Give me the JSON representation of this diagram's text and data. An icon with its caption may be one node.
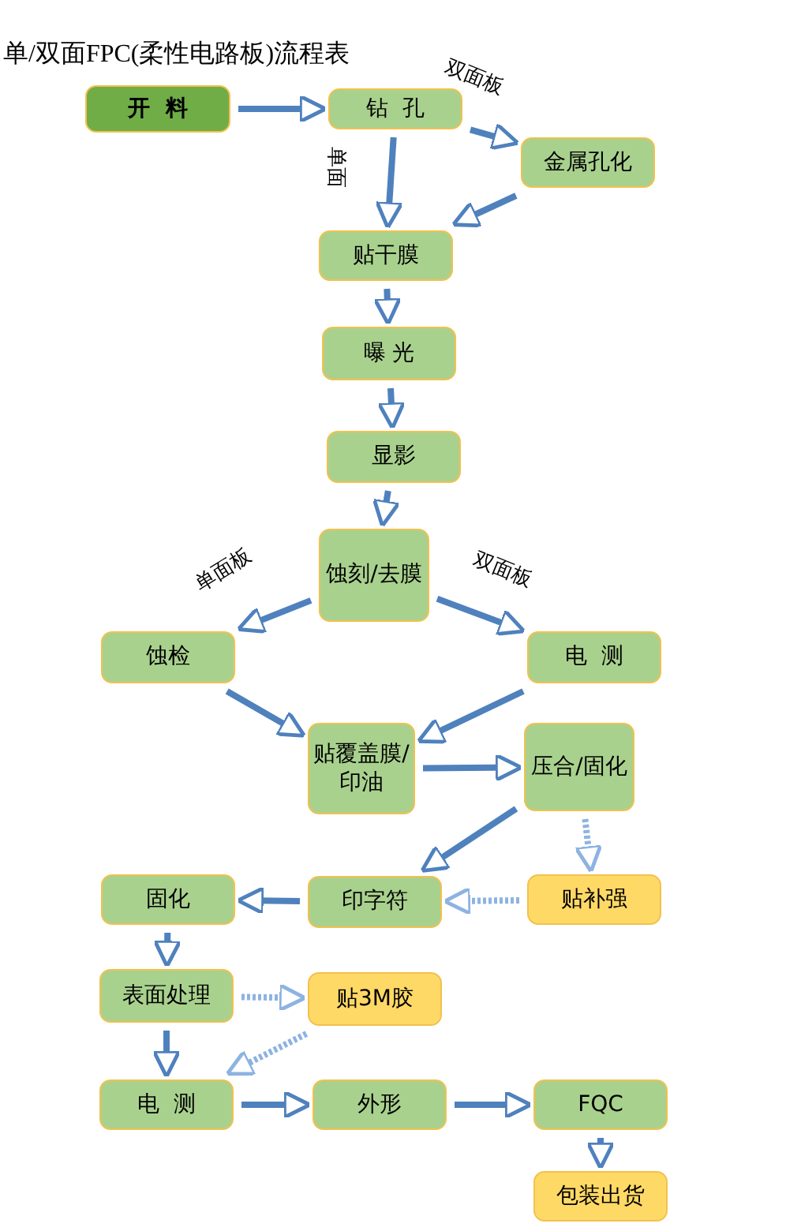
{
  "diagram": {
    "title": "单/双面FPC(柔性电路板)流程表",
    "nodes": [
      {
        "text": [
          "开  料"
        ]
      },
      {
        "text": [
          "钻  孔"
        ]
      },
      {
        "text": [
          "金属孔化"
        ]
      },
      {
        "text": [
          "贴干膜"
        ]
      },
      {
        "text": [
          "曝 光"
        ]
      },
      {
        "text": [
          "显影"
        ]
      },
      {
        "text": [
          "蚀刻/去膜"
        ]
      },
      {
        "text": [
          "蚀检"
        ]
      },
      {
        "text": [
          "电  测"
        ]
      },
      {
        "text": [
          "贴覆盖膜/印油"
        ]
      },
      {
        "text": [
          "压合/固化"
        ]
      },
      {
        "text": [
          "固化"
        ]
      },
      {
        "text": [
          "印字符"
        ]
      },
      {
        "text": [
          "贴补强"
        ]
      },
      {
        "text": [
          "表面处理"
        ]
      },
      {
        "text": [
          "贴3M胶"
        ]
      },
      {
        "text": [
          "电  测"
        ]
      },
      {
        "text": [
          "外形"
        ]
      },
      {
        "text": [
          "FQC"
        ]
      },
      {
        "text": [
          "包装出货"
        ]
      }
    ],
    "edges": [
      {
        "from": 0,
        "to": 1,
        "arrow": "to"
      },
      {
        "from": 1,
        "to": 2,
        "arrow": "to",
        "label": "双面板"
      },
      {
        "from": 1,
        "to": 3,
        "arrow": "to",
        "label": "单面"
      },
      {
        "from": 2,
        "to": 3,
        "arrow": "to"
      },
      {
        "from": 3,
        "to": 4,
        "arrow": "to"
      },
      {
        "from": 4,
        "to": 5,
        "arrow": "to"
      },
      {
        "from": 5,
        "to": 6,
        "arrow": "to"
      },
      {
        "from": 6,
        "to": 7,
        "arrow": "to",
        "label": "单面板"
      },
      {
        "from": 6,
        "to": 8,
        "arrow": "to",
        "label": "双面板"
      },
      {
        "from": 7,
        "to": 9,
        "arrow": "to"
      },
      {
        "from": 8,
        "to": 9,
        "arrow": "to"
      },
      {
        "from": 9,
        "to": 10,
        "arrow": "to"
      },
      {
        "from": 10,
        "to": 12,
        "arrow": "to"
      },
      {
        "from": 10,
        "to": 13,
        "arrow": "to",
        "style": "dashed"
      },
      {
        "from": 13,
        "to": 12,
        "arrow": "to",
        "style": "dashed"
      },
      {
        "from": 12,
        "to": 11,
        "arrow": "to"
      },
      {
        "from": 11,
        "to": 14,
        "arrow": "to"
      },
      {
        "from": 14,
        "to": 15,
        "arrow": "to",
        "style": "dashed"
      },
      {
        "from": 15,
        "to": 16,
        "arrow": "to",
        "style": "dashed"
      },
      {
        "from": 14,
        "to": 16,
        "arrow": "to"
      },
      {
        "from": 16,
        "to": 17,
        "arrow": "to"
      },
      {
        "from": 17,
        "to": 18,
        "arrow": "to"
      },
      {
        "from": 18,
        "to": 19,
        "arrow": "to"
      }
    ]
  }
}
